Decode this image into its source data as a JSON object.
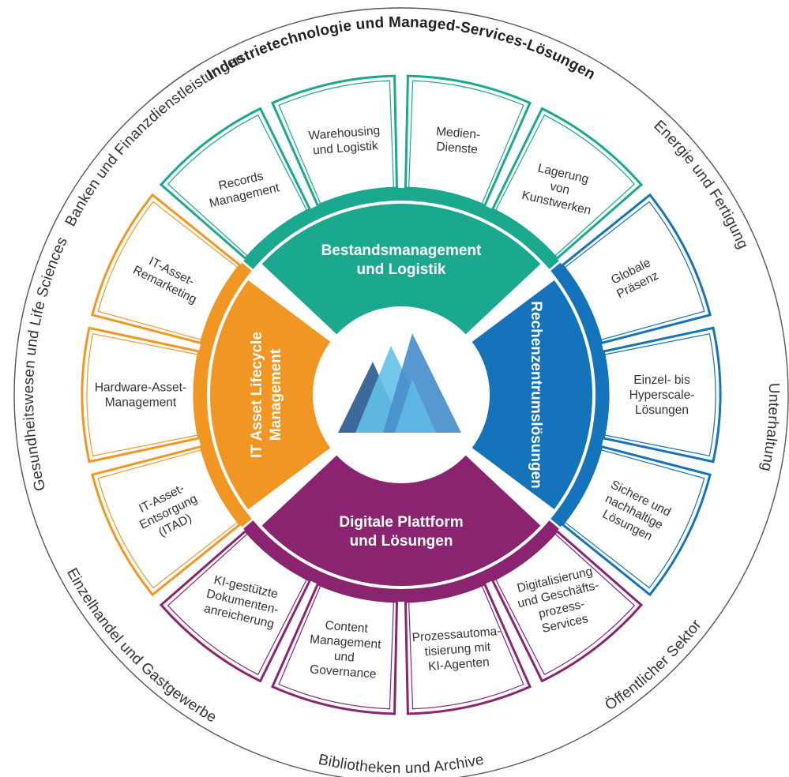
{
  "colors": {
    "orange": "#F29623",
    "teal": "#1AA88E",
    "blue": "#1473BA",
    "purple": "#8A2470",
    "outer_ring": "#555555",
    "logo_dark": "#3D6A9A",
    "logo_mid": "#4A8FCC",
    "logo_light": "#62C0E8"
  },
  "logo": {
    "name": "mountain-logo-icon"
  },
  "industries": [
    {
      "id": "industry-technology",
      "label": "Industrietechnologie und Managed-Services-Lösungen"
    },
    {
      "id": "energy",
      "label": "Energie und Fertigung"
    },
    {
      "id": "entertainment",
      "label": "Unterhaltung"
    },
    {
      "id": "public-sector",
      "label": "Öffentlicher Sektor"
    },
    {
      "id": "libraries",
      "label": "Bibliotheken und Archive"
    },
    {
      "id": "retail",
      "label": "Einzelhandel und Gastgewerbe"
    },
    {
      "id": "healthcare",
      "label": "Gesundheitswesen und Life Sciences"
    },
    {
      "id": "banking",
      "label": "Banken und Finanzdienstleistungen"
    }
  ],
  "categories": [
    {
      "id": "logistics",
      "color_key": "teal",
      "label_lines": [
        "Bestandsmanagement",
        "und Logistik"
      ],
      "segments": [
        {
          "lines": [
            "Records",
            "Management"
          ]
        },
        {
          "lines": [
            "Warehousing",
            "und Logistik"
          ]
        },
        {
          "lines": [
            "Medien-",
            "Dienste"
          ]
        },
        {
          "lines": [
            "Lagerung",
            "von",
            "Kunstwerken"
          ]
        }
      ]
    },
    {
      "id": "datacenter",
      "color_key": "blue",
      "label_lines": [
        "Rechenzentrumslösungen"
      ],
      "segments": [
        {
          "lines": [
            "Globale",
            "Präsenz"
          ]
        },
        {
          "lines": [
            "Einzel- bis",
            "Hyperscale-",
            "Lösungen"
          ]
        },
        {
          "lines": [
            "Sichere und",
            "nachhaltige",
            "Lösungen"
          ]
        }
      ]
    },
    {
      "id": "digital",
      "color_key": "purple",
      "label_lines": [
        "Digitale Plattform",
        "und Lösungen"
      ],
      "segments": [
        {
          "lines": [
            "Digitalisierung",
            "und Geschäfts-",
            "prozess-",
            "Services"
          ]
        },
        {
          "lines": [
            "Prozessautoma-",
            "tisierung mit",
            "KI-Agenten"
          ]
        },
        {
          "lines": [
            "Content",
            "Management",
            "und",
            "Governance"
          ]
        },
        {
          "lines": [
            "KI-gestützte",
            "Dokumenten-",
            "anreicherung"
          ]
        }
      ]
    },
    {
      "id": "itam",
      "color_key": "orange",
      "label_lines": [
        "IT Asset Lifecycle",
        "Management"
      ],
      "segments": [
        {
          "lines": [
            "IT-Asset-",
            "Entsorgung",
            "(ITAD)"
          ]
        },
        {
          "lines": [
            "Hardware-Asset-",
            "Management"
          ]
        },
        {
          "lines": [
            "IT-Asset-",
            "Remarketing"
          ]
        }
      ]
    }
  ]
}
